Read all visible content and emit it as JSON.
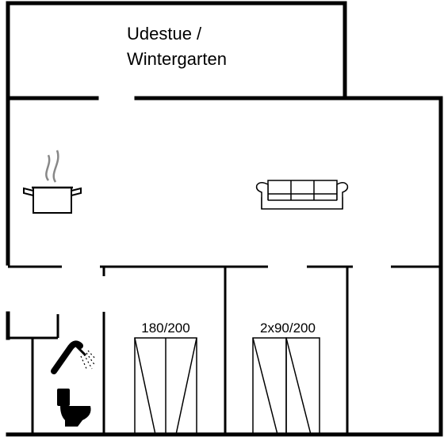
{
  "rooms": {
    "wintergarden_line1": "Udestue /",
    "wintergarden_line2": "Wintergarten"
  },
  "beds": {
    "double_label": "180/200",
    "twin_label": "2x90/200"
  },
  "icons": {
    "kitchen": "cooking-pot-icon",
    "living": "sofa-icon",
    "shower": "shower-icon",
    "toilet": "toilet-icon",
    "bed": "bed-icon"
  },
  "colors": {
    "wall": "#000000",
    "background": "#ffffff",
    "steam": "#888888"
  }
}
